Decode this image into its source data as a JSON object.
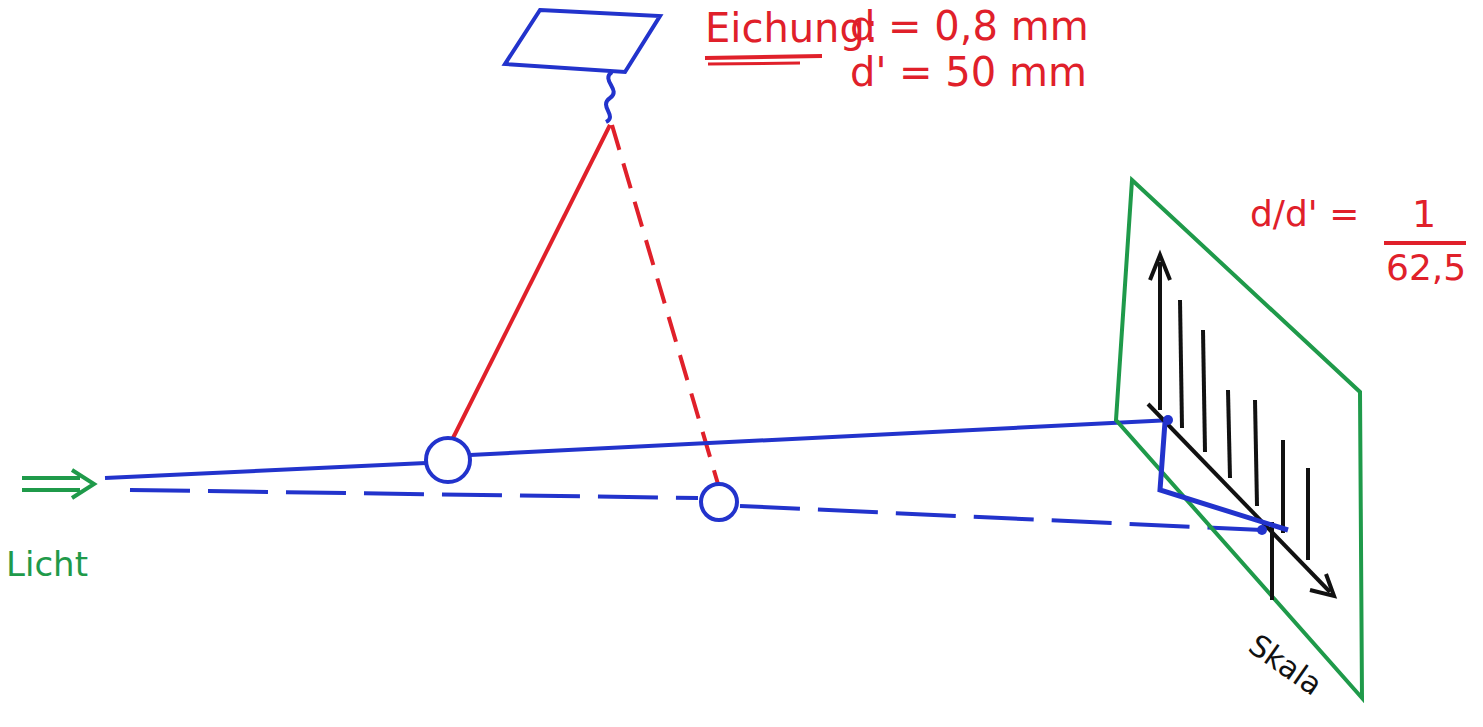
{
  "diagram": {
    "labels": [
      "Eichung:",
      "d = 0,8 mm",
      "d' = 50 mm",
      "d/d' =",
      "1",
      "62,5",
      "Licht",
      "Skala"
    ]
  }
}
